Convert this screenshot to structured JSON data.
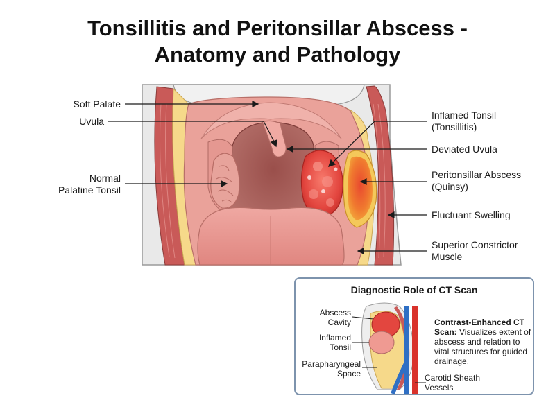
{
  "title": {
    "line1": "Tonsillitis and Peritonsillar Abscess -",
    "line2": "Anatomy and Pathology"
  },
  "labels": {
    "soft_palate": "Soft Palate",
    "uvula": "Uvula",
    "normal_tonsil_line1": "Normal",
    "normal_tonsil_line2": "Palatine Tonsil",
    "inflamed_tonsil_line1": "Inflamed Tonsil",
    "inflamed_tonsil_line2": "(Tonsillitis)",
    "deviated_uvula": "Deviated Uvula",
    "abscess_line1": "Peritonsillar Abscess",
    "abscess_line2": "(Quinsy)",
    "fluctuant_swelling": "Fluctuant Swelling",
    "constrictor_line1": "Superior Constrictor",
    "constrictor_line2": "Muscle"
  },
  "ct_panel": {
    "title": "Diagnostic Role of CT Scan",
    "abscess_cavity_line1": "Abscess",
    "abscess_cavity_line2": "Cavity",
    "inflamed_tonsil_line1": "Inflamed",
    "inflamed_tonsil_line2": "Tonsil",
    "parapharyngeal_line1": "Parapharyngeal",
    "parapharyngeal_line2": "Space",
    "carotid_line1": "Carotid Sheath",
    "carotid_line2": "Vessels",
    "description_bold": "Contrast-Enhanced CT Scan:",
    "description_text": " Visualizes extent of abscess and relation to vital structures for guided drainage."
  },
  "colors": {
    "skin_gray": "#e6e6e6",
    "muscle_red": "#c95a58",
    "fat_yellow": "#f6d98a",
    "mucosa_pink": "#eaa29a",
    "throat_dark": "#a65a56",
    "tongue_pink": "#e9928c",
    "tonsil_red": "#e3463f",
    "abscess_orange": "#ee7a2e",
    "panel_border": "#7d93ad",
    "artery_red": "#d9322b",
    "vein_blue": "#2f6fc4"
  }
}
